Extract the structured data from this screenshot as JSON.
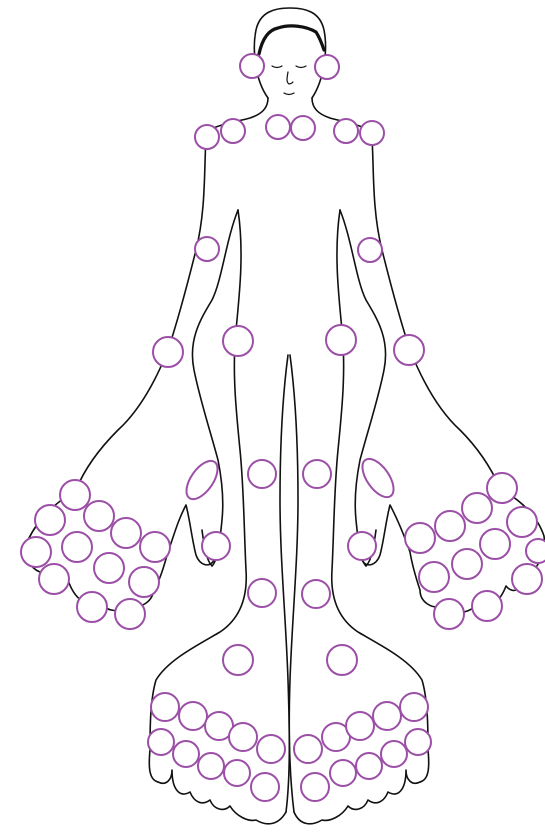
{
  "colors": {
    "outline": "#111111",
    "joint_marker": "#9b4fa6",
    "background": "#ffffff"
  },
  "figure": {
    "description_free": true,
    "marker_groups": [
      "jaw",
      "shoulders-sternum",
      "elbows",
      "wrists",
      "right-hand-fingers",
      "left-hand-fingers",
      "hips",
      "knees",
      "ankles",
      "right-foot-toes",
      "left-foot-toes"
    ]
  }
}
